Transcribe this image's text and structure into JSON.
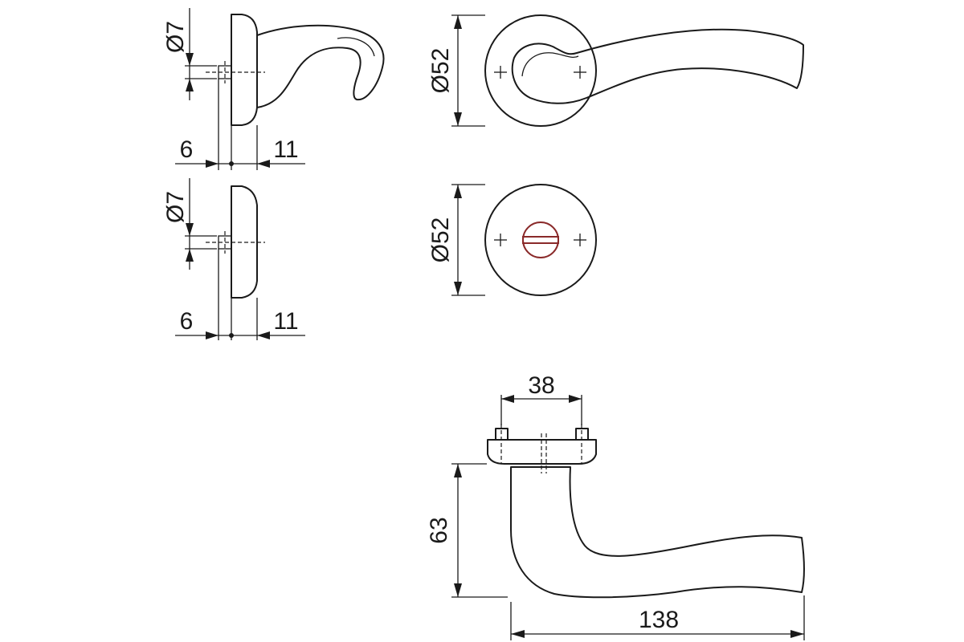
{
  "views": {
    "lever_side": {
      "dim_spindle": "Ø7",
      "dim_left": "6",
      "dim_right": "11"
    },
    "lever_front": {
      "dim_rose": "Ø52"
    },
    "escutcheon_side": {
      "dim_spindle": "Ø7",
      "dim_left": "6",
      "dim_right": "11"
    },
    "escutcheon_front": {
      "dim_rose": "Ø52"
    },
    "lever_top": {
      "dim_spacing": "38",
      "dim_height": "63",
      "dim_length": "138"
    }
  }
}
